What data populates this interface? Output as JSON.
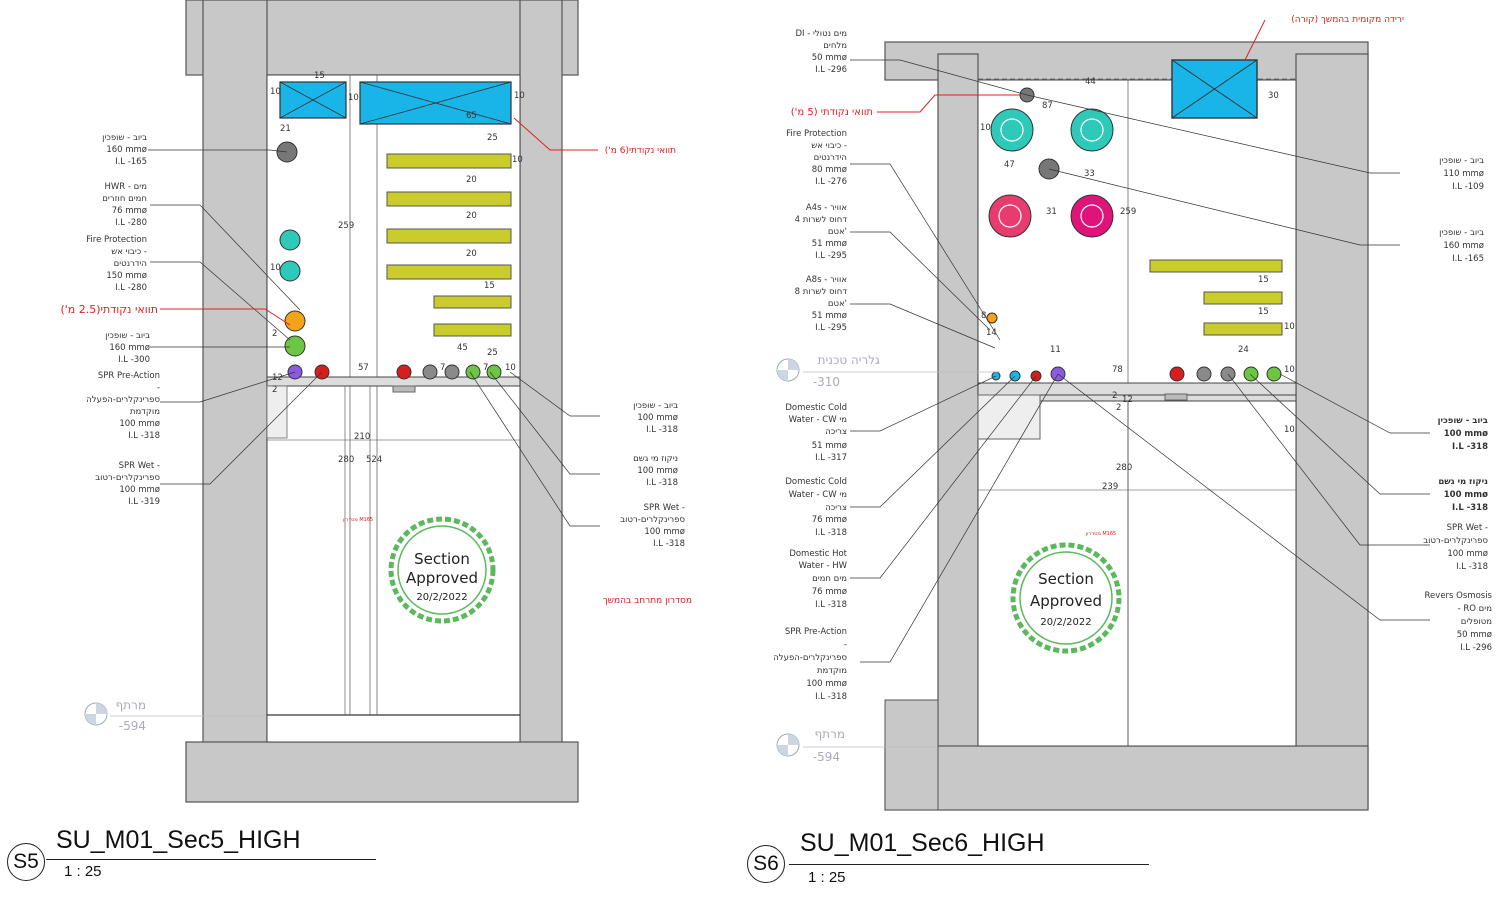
{
  "colors": {
    "wall": "#c8c8c8",
    "wall_edge": "#555555",
    "duct_blue": "#19b5e8",
    "tray_yellow": "#c9cc2a",
    "teal": "#2ec9b8",
    "pink": "#e83b6e",
    "magenta": "#e0137a",
    "orange": "#f2a21b",
    "green": "#6cc644",
    "purple": "#8a5be0",
    "red": "#d81d1d",
    "grey": "#8a8a8a",
    "stamp_green": "#5cb85c",
    "annotation_red": "#e02020"
  },
  "sheets": [
    {
      "code": "S5",
      "title": "SU_M01_Sec5_HIGH",
      "scale": "1 : 25",
      "level_labels": [
        {
          "name": "מרתף",
          "value": "-594"
        }
      ],
      "stamp": {
        "line1": "Section",
        "line2": "Approved",
        "date": "20/2/2022"
      },
      "red_notes": [
        "תוואי נקודתי(6 מ')",
        "תוואי נקודתי(2.5 מ')",
        "מסדרון מתרחב בהמשך",
        "מסדרון\nM165"
      ],
      "dimensions": [
        "10",
        "15",
        "10",
        "10",
        "21",
        "65",
        "25",
        "10",
        "20",
        "20",
        "20",
        "15",
        "25",
        "45",
        "57",
        "10",
        "7",
        "7",
        "10",
        "210",
        "280",
        "524",
        "259",
        "2",
        "12",
        "2"
      ],
      "left_labels": [
        {
          "lines": [
            "ביוב - שופכין",
            "160 mmø",
            "I.L -165"
          ]
        },
        {
          "lines": [
            "HWR - מים",
            "חמים חוזרים",
            "76 mmø",
            "I.L -280"
          ]
        },
        {
          "lines": [
            "Fire Protection",
            "כיבוי אש -",
            "הידרנטים",
            "150 mmø",
            "I.L -280"
          ]
        },
        {
          "lines": [
            "ביוב - שופכין",
            "160 mmø",
            "I.L -300"
          ]
        },
        {
          "lines": [
            "SPR Pre-Action",
            "-",
            "ספרינקלרים-הפעלה",
            "מוקדמת",
            "100 mmø",
            "I.L -318"
          ]
        },
        {
          "lines": [
            "SPR Wet -",
            "ספרינקלרים-רטוב",
            "100 mmø",
            "I.L -319"
          ]
        }
      ],
      "right_labels": [
        {
          "lines": [
            "ביוב - שופכין",
            "100 mmø",
            "I.L -318"
          ]
        },
        {
          "lines": [
            "ניקוז מי גשם",
            "100 mmø",
            "I.L -318"
          ]
        },
        {
          "lines": [
            "SPR Wet -",
            "ספרינקלרים-רטוב",
            "100 mmø",
            "I.L -318"
          ]
        }
      ]
    },
    {
      "code": "S6",
      "title": "SU_M01_Sec6_HIGH",
      "scale": "1 : 25",
      "level_labels": [
        {
          "name": "גלריה טכנית",
          "value": "-310"
        },
        {
          "name": "מרתף",
          "value": "-594"
        }
      ],
      "stamp": {
        "line1": "Section",
        "line2": "Approved",
        "date": "20/2/2022"
      },
      "red_notes": [
        "ירידה מקומית בהמשך (קורה)",
        "תוואי נקודתי (5 מ')",
        "מסדרון\nM165"
      ],
      "dimensions": [
        "44",
        "30",
        "87",
        "10",
        "47",
        "33",
        "31",
        "259",
        "15",
        "15",
        "10",
        "8",
        "14",
        "11",
        "24",
        "10",
        "78",
        "2",
        "12",
        "2",
        "239",
        "280",
        "10"
      ],
      "left_labels": [
        {
          "lines": [
            "DI - מים נטולי",
            "מלחים",
            "50 mmø",
            "I.L -296"
          ]
        },
        {
          "lines": [
            "Fire Protection",
            "כיבוי אש -",
            "הידרנטים",
            "80 mmø",
            "I.L -276"
          ]
        },
        {
          "lines": [
            "A4s - אוויר",
            "דחוס לשרות 4",
            "אטם'",
            "51 mmø",
            "I.L -295"
          ]
        },
        {
          "lines": [
            "A8s - אוויר",
            "דחוס לשרות 8",
            "אטם'",
            "51 mmø",
            "I.L -295"
          ]
        },
        {
          "lines": [
            "Domestic Cold",
            "Water - CW מי",
            "צריכה",
            "51 mmø",
            "I.L -317"
          ]
        },
        {
          "lines": [
            "Domestic Cold",
            "Water - CW מי",
            "צריכה",
            "76 mmø",
            "I.L -318"
          ]
        },
        {
          "lines": [
            "Domestic Hot",
            "Water - HW",
            "מים חמים",
            "76 mmø",
            "I.L -318"
          ]
        },
        {
          "lines": [
            "SPR Pre-Action",
            "-",
            "ספרינקלרים-הפעלה",
            "מוקדמת",
            "100 mmø",
            "I.L -318"
          ]
        }
      ],
      "right_labels": [
        {
          "lines": [
            "ביוב - שופכין",
            "110 mmø",
            "I.L -109"
          ]
        },
        {
          "lines": [
            "ביוב - שופכין",
            "160 mmø",
            "I.L -165"
          ]
        },
        {
          "lines": [
            "ביוב - שופכין",
            "100 mmø",
            "I.L -318"
          ]
        },
        {
          "lines": [
            "ניקוז מי גשם",
            "100 mmø",
            "I.L -318"
          ]
        },
        {
          "lines": [
            "SPR Wet -",
            "ספרינקלרים-רטוב",
            "100 mmø",
            "I.L -318"
          ]
        },
        {
          "lines": [
            "Revers Osmosis",
            "- RO מים",
            "מטופלים",
            "50 mmø",
            "I.L -296"
          ]
        }
      ]
    }
  ]
}
